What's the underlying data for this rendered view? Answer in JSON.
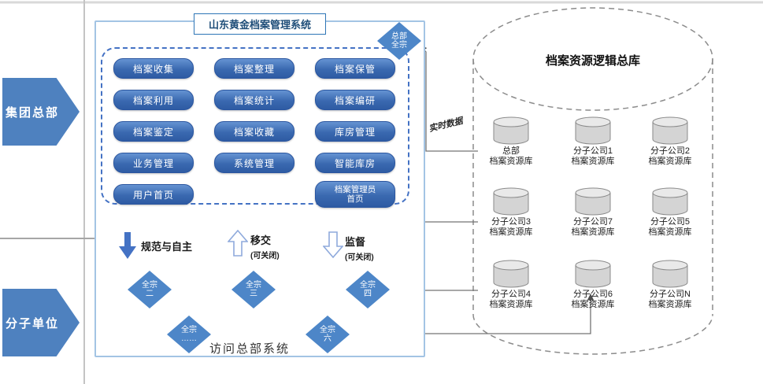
{
  "left_panel": {
    "top": "集团总部",
    "bottom": "分子单位"
  },
  "system_box": {
    "title": "山东黄金档案管理系统",
    "hq_diamond": "总部\n全宗",
    "modules": [
      "档案收集",
      "档案整理",
      "档案保管",
      "档案利用",
      "档案统计",
      "档案编研",
      "档案鉴定",
      "档案收藏",
      "库房管理",
      "业务管理",
      "系统管理",
      "智能库房",
      "用户首页",
      "档案管理员\n首页"
    ],
    "flows": [
      {
        "icon": "arrow-down-filled",
        "label": "规范与自主",
        "note": ""
      },
      {
        "icon": "arrow-up-outline",
        "label": "移交",
        "note": "(可关闭)"
      },
      {
        "icon": "arrow-down-outline",
        "label": "监督",
        "note": "(可关闭)"
      }
    ],
    "fonds": [
      "全宗\n二",
      "全宗\n三",
      "全宗\n四",
      "全宗\n……",
      "全宗\n六"
    ],
    "access_label": "访问总部系统"
  },
  "realtime_label": "实时数据",
  "logical_repo": {
    "title": "档案资源逻辑总库",
    "databases": [
      "总部\n档案资源库",
      "分子公司1\n档案资源库",
      "分子公司2\n档案资源库",
      "分子公司3\n档案资源库",
      "分子公司7\n档案资源库",
      "分子公司5\n档案资源库",
      "分子公司4\n档案资源库",
      "分子公司6\n档案资源库",
      "分子公司N\n档案资源库"
    ]
  },
  "colors": {
    "accent": "#4472c4",
    "pill_blue": "#3a69b0",
    "diamond_blue": "#4d86c8",
    "gray_line": "#8c8c8c"
  }
}
